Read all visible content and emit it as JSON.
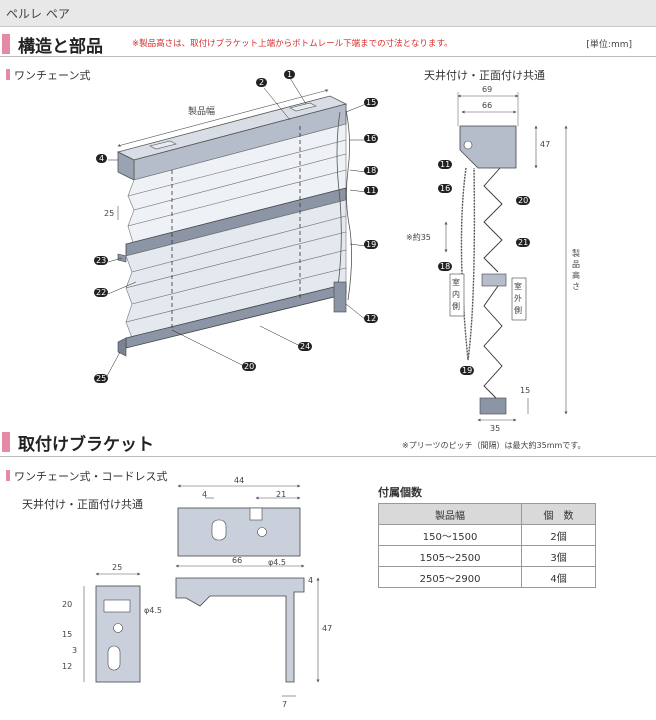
{
  "header": {
    "title": "ペルレ ペア"
  },
  "section1": {
    "heading": "構造と部品",
    "note": "※製品高さは、取付けブラケット上端からボトムレール下端までの寸法となります。",
    "unit": "[単位:mm]",
    "sub_left": "ワンチェーン式",
    "sub_right": "天井付け・正面付け共通",
    "diagram_labels": {
      "width": "製品幅",
      "pitch": "25",
      "numbers": [
        "2",
        "1",
        "15",
        "16",
        "18",
        "11",
        "19",
        "12",
        "4",
        "23",
        "22",
        "24",
        "20",
        "25"
      ]
    },
    "side_labels": {
      "d69": "69",
      "d66": "66",
      "d47": "47",
      "approx35": "※約35",
      "n11": "11",
      "n16": "16",
      "n18": "18",
      "n20": "20",
      "n21": "21",
      "n19": "19",
      "indoor": "室内側",
      "outdoor": "室外側",
      "height": "製品高さ",
      "d15": "15",
      "d35": "35"
    },
    "pitch_note": "※プリーツのピッチ（間隔）は最大約35mmです。"
  },
  "section2": {
    "heading": "取付けブラケット",
    "sub": "ワンチェーン式・コードレス式",
    "common": "天井付け・正面付け共通",
    "dims": {
      "d44": "44",
      "d4": "4",
      "d21": "21",
      "phi45a": "φ4.5",
      "d25": "25",
      "d66": "66",
      "d4b": "4",
      "d20": "20",
      "d15": "15",
      "d3": "3",
      "d12": "12",
      "phi45b": "φ4.5",
      "d47": "47",
      "d7": "7"
    },
    "accessory": {
      "title": "付属個数",
      "headers": [
        "製品幅",
        "個　数"
      ],
      "rows": [
        [
          "150〜1500",
          "2個"
        ],
        [
          "1505〜2500",
          "3個"
        ],
        [
          "2505〜2900",
          "4個"
        ]
      ]
    }
  }
}
